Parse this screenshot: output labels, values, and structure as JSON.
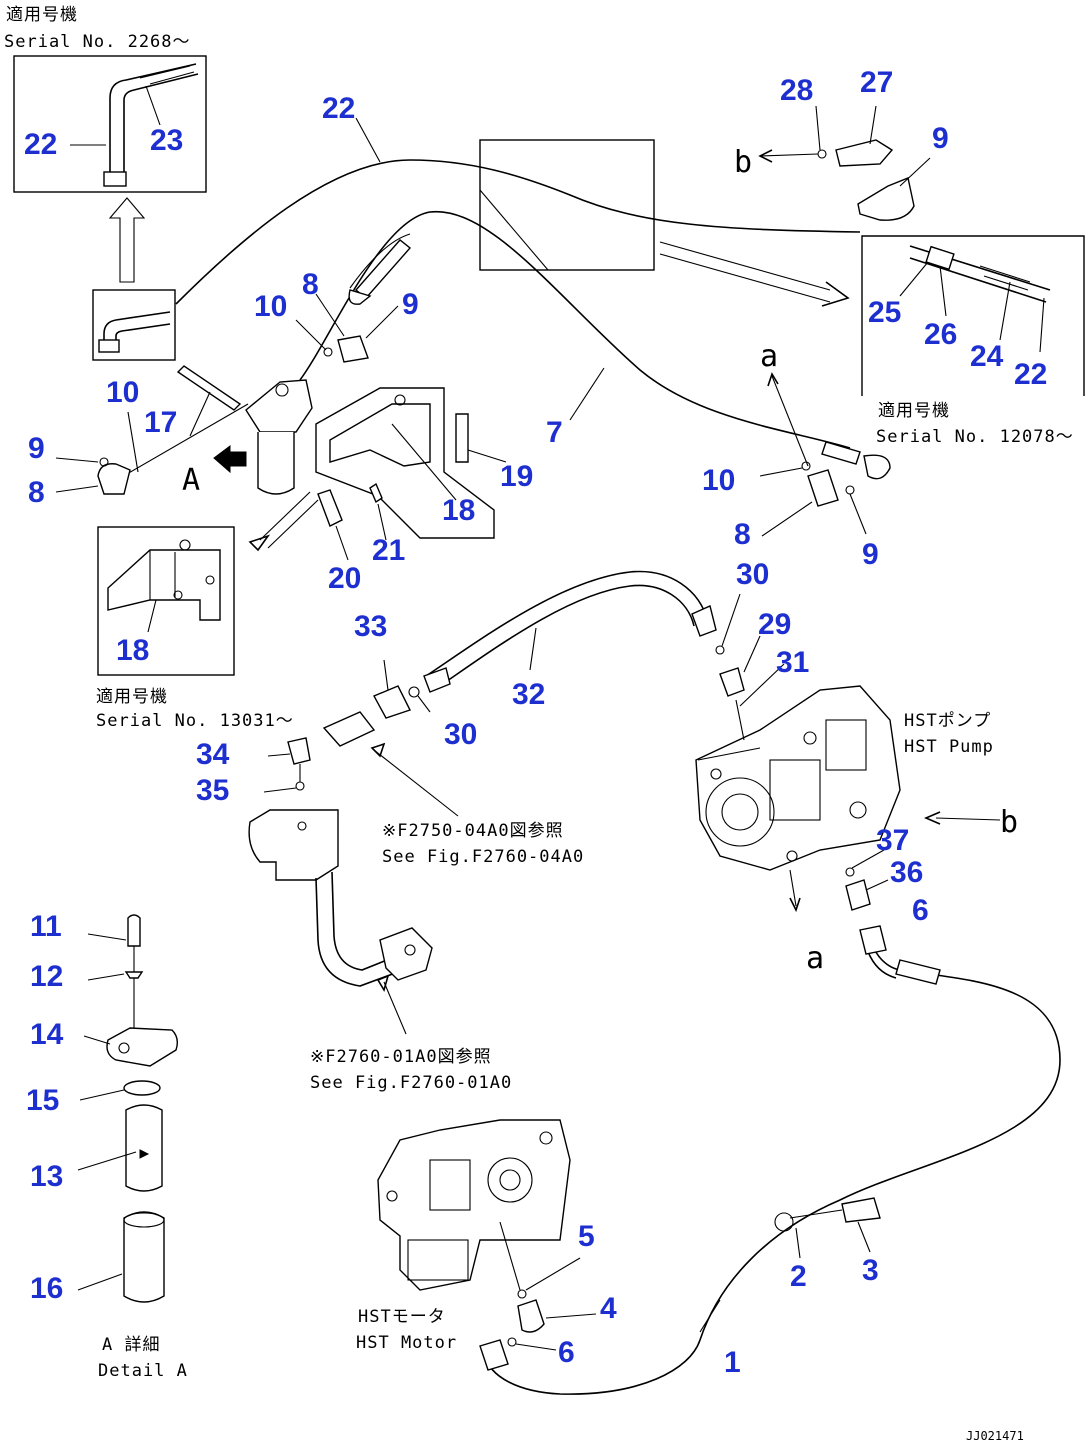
{
  "notes": {
    "top_left_jp": "適用号機",
    "top_left_en": "Serial No. 2268～",
    "right_jp": "適用号機",
    "right_en": "Serial No. 12078～",
    "bottom_left_jp": "適用号機",
    "bottom_left_en": "Serial No. 13031～",
    "pump_jp": "HSTポンプ",
    "pump_en": "HST Pump",
    "motor_jp": "HSTモータ",
    "motor_en": "HST Motor",
    "see1_jp": "※F2750-04A0図参照",
    "see1_en": "See Fig.F2760-04A0",
    "see2_jp": "※F2760-01A0図参照",
    "see2_en": "See Fig.F2760-01A0",
    "detail_jp": "A 詳細",
    "detail_en": "Detail A",
    "doc_ref": "JJ021471"
  },
  "letters": {
    "a_top": "a",
    "a_bottom": "a",
    "b_top": "b",
    "b_right": "b",
    "A_view": "A"
  },
  "callouts": {
    "n1": "1",
    "n2": "2",
    "n3": "3",
    "n4": "4",
    "n5": "5",
    "n6a": "6",
    "n6b": "6",
    "n7": "7",
    "n8a": "8",
    "n8b": "8",
    "n8c": "8",
    "n9a": "9",
    "n9b": "9",
    "n9c": "9",
    "n9d": "9",
    "n10a": "10",
    "n10b": "10",
    "n10c": "10",
    "n11": "11",
    "n12": "12",
    "n13": "13",
    "n14": "14",
    "n15": "15",
    "n16": "16",
    "n17": "17",
    "n18a": "18",
    "n18b": "18",
    "n19": "19",
    "n20": "20",
    "n21": "21",
    "n22a": "22",
    "n22b": "22",
    "n22c": "22",
    "n23": "23",
    "n24": "24",
    "n25": "25",
    "n26": "26",
    "n27": "27",
    "n28": "28",
    "n29": "29",
    "n30a": "30",
    "n30b": "30",
    "n31": "31",
    "n32": "32",
    "n33": "33",
    "n34": "34",
    "n35": "35",
    "n36": "36",
    "n37": "37"
  }
}
